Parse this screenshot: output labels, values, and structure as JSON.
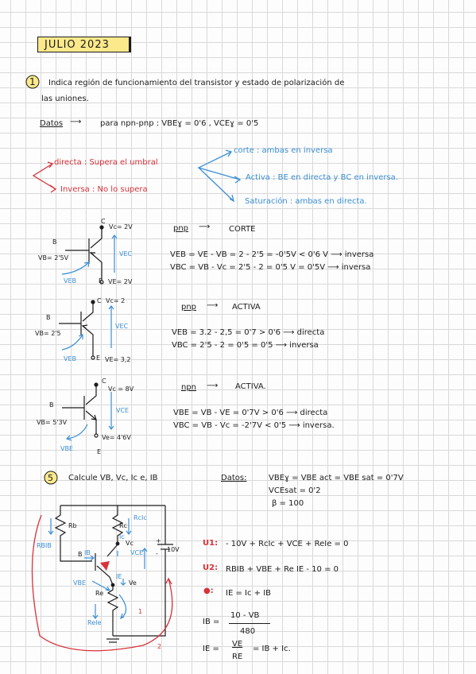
{
  "title": "JULIO 2023",
  "q1": {
    "number": "1",
    "prompt_line1": "Indica región de funcionamiento del transistor y estado de polarización de",
    "prompt_line2": "las uniones.",
    "datos_label": "Datos",
    "datos_text": "para npn-pnp :  VBEɣ = 0'6 ,  VCEɣ = 0'5",
    "directa": "directa : Supera el umbral",
    "inversa": "Inversa : No lo supera",
    "corte": "corte : ambas en inversa",
    "activa": "Activa : BE en directa  y  BC en inversa.",
    "saturacion": "Saturación : ambas en directa.",
    "c1": {
      "c_label": "C",
      "vc": "Vc= 2V",
      "b_label": "B",
      "vb": "VB= 2'5V",
      "vec": "VEC",
      "veb": "VEB",
      "e_label": "E",
      "ve": "VE= 2V",
      "type": "pnp",
      "region": "CORTE",
      "line1": "VEB = VE - VB = 2 - 2'5 = -0'5V < 0'6 V ⟶ inversa",
      "line2": "VBC = VB - Vc = 2'5 - 2 = 0'5 V = 0'5V ⟶ inversa"
    },
    "c2": {
      "c_label": "C",
      "vc": "Vc= 2",
      "b_label": "B",
      "vb": "VB= 2'5",
      "vec": "VEC",
      "veb": "VEB",
      "e_label": "E",
      "ve": "VE= 3,2",
      "type": "pnp",
      "region": "ACTIVA",
      "line1": "VEB = 3.2 - 2,5 =  0'7 > 0'6 ⟶ directa",
      "line2": "VBC = 2'5 - 2  =  0'5 = 0'5 ⟶ inversa"
    },
    "c3": {
      "c_label": "C",
      "vc": "Vc = 8V",
      "b_label": "B",
      "vb": "VB= 5'3V",
      "vce": "VCE",
      "vbe": "VBE",
      "e_label": "E",
      "ve": "Ve= 4'6V",
      "type": "npn",
      "region": "ACTIVA.",
      "line1": "VBE = VB - VE  =  0'7V > 0'6 ⟶ directa",
      "line2": "VBC = VB - Vc  =  -2'7V < 0'5  ⟶ inversa."
    }
  },
  "q5": {
    "number": "5",
    "prompt": "Calcule VB, Vc, Ic e, IB",
    "datos_label": "Datos:",
    "d1": "VBEɣ = VBE act = VBE sat = 0'7V",
    "d2": "VCEsat = 0'2",
    "d3": "β = 100",
    "circuit": {
      "rb": "Rb",
      "rbib": "RBIB",
      "rc": "Rc",
      "rcic": "RcIc",
      "ic": "Ic",
      "vc": "Vc",
      "vce": "VCE",
      "v10": "10V",
      "b": "B",
      "ib": "IB",
      "ie": "IE",
      "ve": "Ve",
      "vbe": "VBE",
      "re": "Re",
      "reie": "ReIe",
      "loop1": "1",
      "loop2": "2",
      "plus": "+",
      "minus": "-"
    },
    "eq1_label": "U1:",
    "eq1": "- 10V + RcIc + VCE + ReIe  = 0",
    "eq2_label": "U2:",
    "eq2": "RBIB + VBE + Re IE  - 10 = 0",
    "eq3": "IE = Ic + IB",
    "eq4_left": "IB =",
    "eq4_num": "10 - VB",
    "eq4_den": "480",
    "eq5_left": "IE =",
    "eq5_num": "VE",
    "eq5_den": "RE",
    "eq5_right": "= IB + Ic."
  }
}
